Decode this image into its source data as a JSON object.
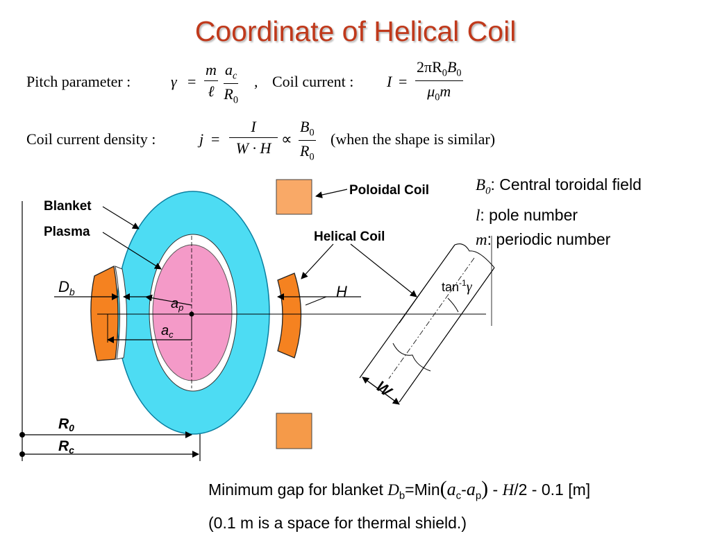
{
  "title": "Coordinate of Helical Coil",
  "equations": {
    "pitch_label": "Pitch parameter :",
    "gamma": "γ",
    "eq": "=",
    "m": "m",
    "ell": "ℓ",
    "a_c": "a",
    "a_c_sub": "c",
    "R0": "R",
    "R0_sub": "0",
    "comma": ",",
    "coil_current_label": "Coil current :",
    "I": "I",
    "I_num": "2πR",
    "I_num_sub": "0",
    "I_num_B": "B",
    "I_num_B_sub": "0",
    "I_den_mu": "μ",
    "I_den_sub": "0",
    "I_den_m": "m",
    "density_label": "Coil current density :",
    "j": "j",
    "WH": "W · H",
    "propto": "∝",
    "B0": "B",
    "B0_sub": "0",
    "similar_note": "(when the shape is similar)"
  },
  "legend": {
    "b0_sym": "B",
    "b0_sub": "0",
    "b0_text": ": Central toroidal field",
    "l_sym": "l",
    "l_text": ": pole number",
    "m_sym": "m",
    "m_text": ": periodic number"
  },
  "diagram": {
    "blanket": "Blanket",
    "plasma": "Plasma",
    "poloidal_coil": "Poloidal Coil",
    "helical_coil": "Helical Coil",
    "db": "D",
    "db_sub": "b",
    "ap": "a",
    "ap_sub": "p",
    "ac": "a",
    "ac_sub": "c",
    "H": "H",
    "R0": "R",
    "R0_sub": "0",
    "Rc": "R",
    "Rc_sub": "c",
    "tan": "tan",
    "tan_sup": "-1",
    "tan_gamma": "γ",
    "W": "W"
  },
  "bottom": {
    "line1_a": "Minimum gap for blanket ",
    "db_sym": "D",
    "db_sub": "b",
    "eq_min": "=Min",
    "open": "(",
    "ac_sym": "a",
    "ac_sub": "c",
    "minus": "-",
    "ap_sym": "a",
    "ap_sub": "p",
    "close": ")",
    "tail_a": " - ",
    "H_sym": "H",
    "tail_b": "/2 - 0.1 [m]",
    "line2": "(0.1 m is a space for thermal shield.)"
  },
  "colors": {
    "title": "#c0391b",
    "blanket": "#4ddcf3",
    "plasma": "#f49ac8",
    "coil": "#f58220",
    "poloidal": "#f9a967"
  }
}
